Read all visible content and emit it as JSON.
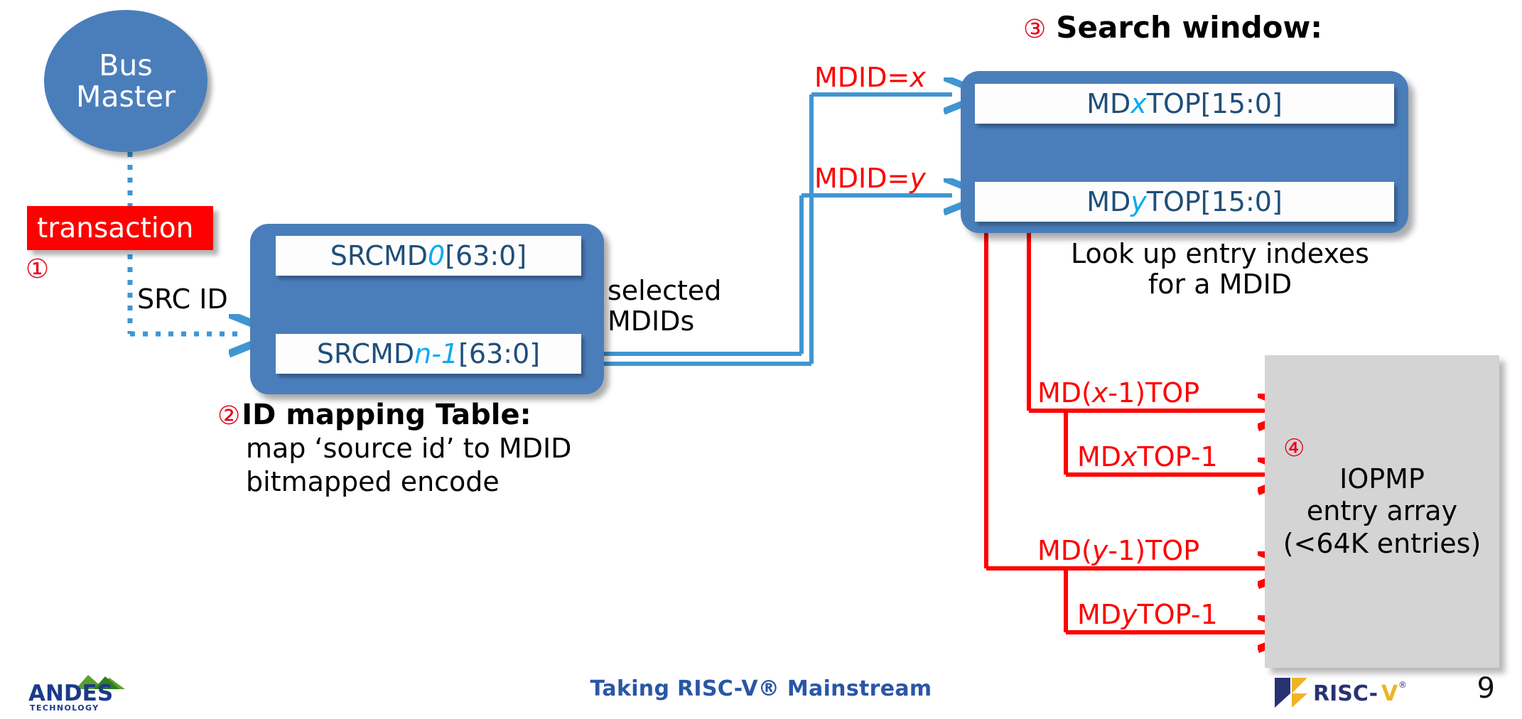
{
  "slide": {
    "page_number": "9",
    "footer_tagline": "Taking RISC-V® Mainstream",
    "brand_left": "ANDES TECHNOLOGY",
    "brand_right": "RISC-V"
  },
  "colors": {
    "blue_fill": "#4a7ebb",
    "red": "#fe0000",
    "red_circle": "#e8001c",
    "cyan_italic": "#0aaaf0",
    "dark_blue_text": "#1f4e79",
    "gray_box": "#d4d4d4",
    "arrow_blue": "#3f96d2",
    "footer_blue": "#2a56a6"
  },
  "bus_master": {
    "line1": "Bus",
    "line2": "Master"
  },
  "transaction": {
    "label": "transaction",
    "marker": "①"
  },
  "src_id": {
    "label": "SRC ID"
  },
  "id_mapping_table": {
    "marker": "②",
    "title": "ID mapping Table:",
    "desc_line1": "map ‘source id’ to MDID",
    "desc_line2": "bitmapped encode",
    "registers": [
      {
        "prefix": "SRCMD",
        "index": "0",
        "suffix": "[63:0]"
      },
      {
        "prefix": "SRCMD",
        "index": "n-1",
        "suffix": "[63:0]"
      }
    ]
  },
  "selected_mdids": {
    "line1": "selected",
    "line2": "MDIDs"
  },
  "mdid_arrows": [
    {
      "label_prefix": "MDID=",
      "label_var": "x"
    },
    {
      "label_prefix": "MDID=",
      "label_var": "y"
    }
  ],
  "search_window": {
    "marker": "③",
    "title": "Search window:",
    "rows": [
      {
        "prefix": "MD",
        "var": "x",
        "suffix": "TOP[15:0]"
      },
      {
        "prefix": "MD",
        "var": "y",
        "suffix": "TOP[15:0]"
      }
    ],
    "caption_line1": "Look up entry indexes",
    "caption_line2": "for a MDID"
  },
  "index_arrows": [
    {
      "pre": "MD(",
      "var": "x",
      "post": "-1)TOP"
    },
    {
      "pre": "MD",
      "var": "x",
      "post": "TOP-1"
    },
    {
      "pre": "MD(",
      "var": "y",
      "post": "-1)TOP"
    },
    {
      "pre": "MD",
      "var": "y",
      "post": "TOP-1"
    }
  ],
  "iopmp": {
    "marker": "④",
    "line1": "IOPMP",
    "line2": "entry array",
    "line3": "(<64K entries)"
  }
}
